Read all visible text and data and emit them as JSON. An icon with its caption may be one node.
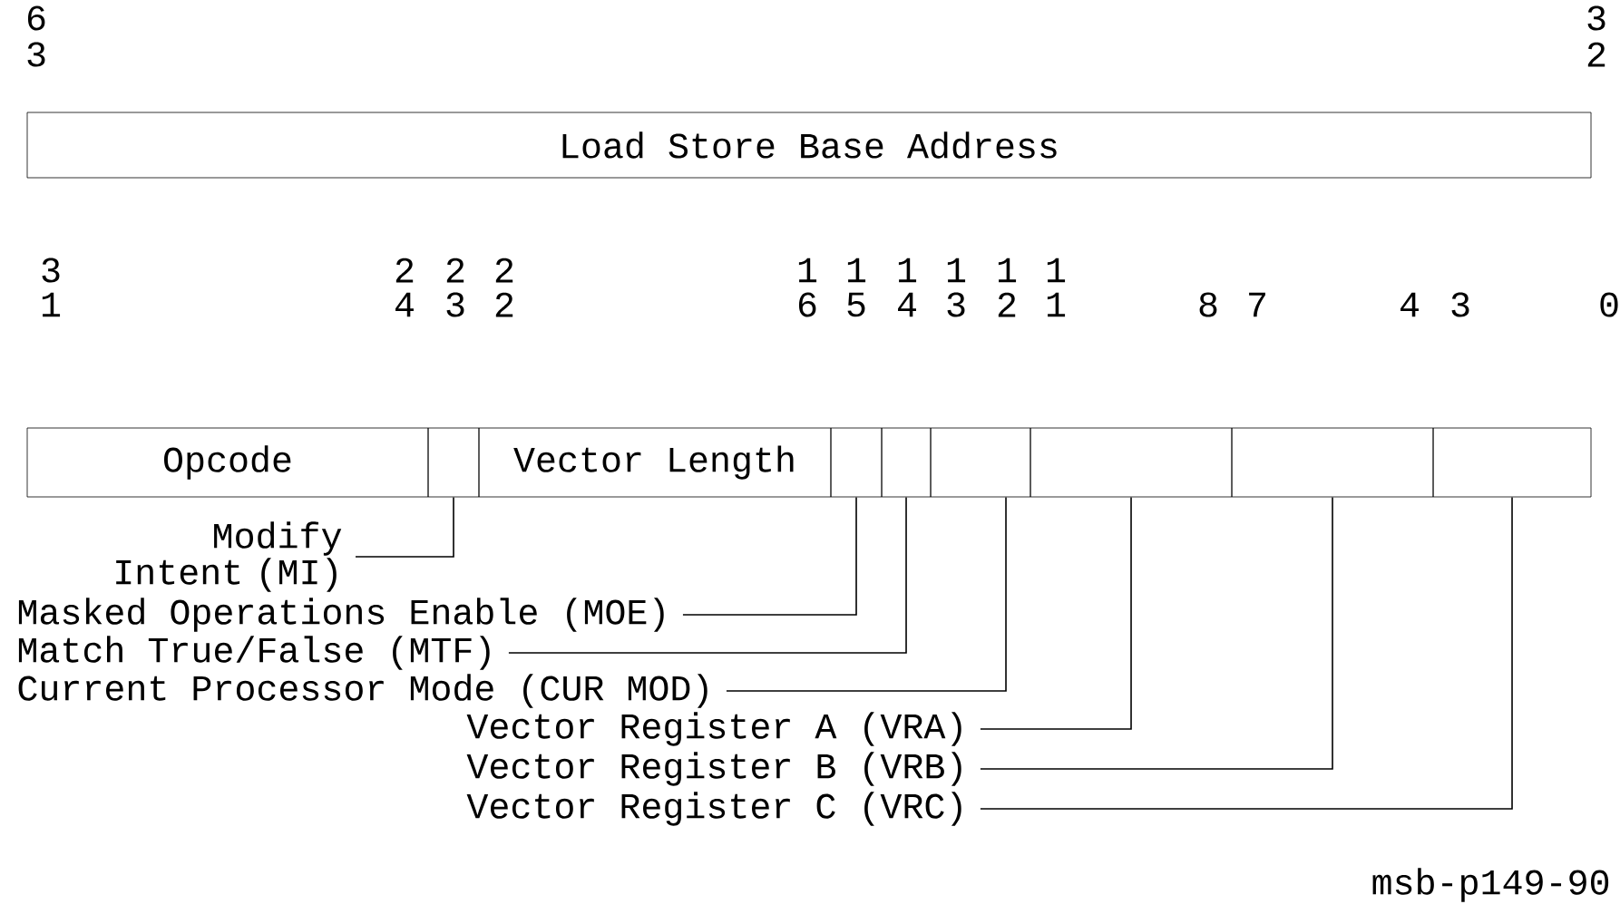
{
  "diagram": {
    "nodes": [
      {
        "text": [
          "Load Store Base Address"
        ]
      },
      {
        "text": [
          "Opcode"
        ]
      },
      {
        "text": [],
        "shape": "box"
      },
      {
        "text": [
          "Vector Length"
        ]
      },
      {
        "text": [],
        "shape": "box"
      },
      {
        "text": [],
        "shape": "box"
      },
      {
        "text": [],
        "shape": "box"
      },
      {
        "text": [],
        "shape": "box"
      },
      {
        "text": [],
        "shape": "box"
      },
      {
        "text": [],
        "shape": "box"
      },
      {
        "text": [
          "Modify Intent (MI)"
        ]
      },
      {
        "text": [
          "Masked Operations Enable (MOE)"
        ]
      },
      {
        "text": [
          "Match True/False (MTF)"
        ]
      },
      {
        "text": [
          "Current Processor Mode (CUR MOD)"
        ]
      },
      {
        "text": [
          "Vector Register A (VRA)"
        ]
      },
      {
        "text": [
          "Vector Register B (VRB)"
        ]
      },
      {
        "text": [
          "Vector Register C (VRC)"
        ]
      }
    ],
    "edges": [
      {
        "from": 10,
        "to": 2,
        "arrow": "none"
      },
      {
        "from": 11,
        "to": 4,
        "arrow": "none"
      },
      {
        "from": 12,
        "to": 5,
        "arrow": "none"
      },
      {
        "from": 13,
        "to": 6,
        "arrow": "none"
      },
      {
        "from": 14,
        "to": 7,
        "arrow": "none"
      },
      {
        "from": 15,
        "to": 8,
        "arrow": "none"
      },
      {
        "from": 16,
        "to": 9,
        "arrow": "none"
      }
    ],
    "labels": [
      "6",
      "3",
      "3",
      "2",
      "3",
      "2",
      "2",
      "2",
      "1",
      "1",
      "1",
      "1",
      "1",
      "1",
      "1",
      "4",
      "3",
      "2",
      "6",
      "5",
      "4",
      "3",
      "2",
      "1",
      "8",
      "7",
      "4",
      "3",
      "0",
      "msb-p149-90"
    ]
  }
}
